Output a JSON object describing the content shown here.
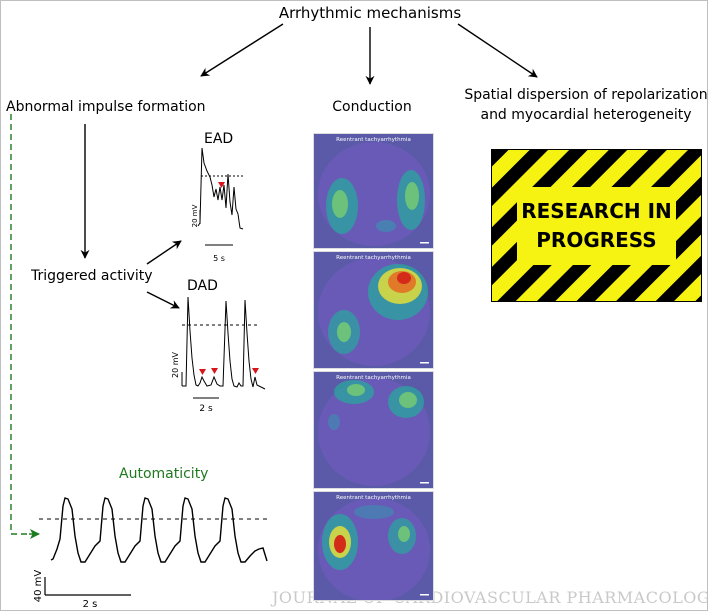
{
  "title": "Arrhythmic  mechanisms",
  "branches": {
    "left": "Abnormal impulse formation",
    "middle": "Conduction",
    "right_line1": "Spatial dispersion of repolarization",
    "right_line2": "and myocardial heterogeneity"
  },
  "triggered_activity": "Triggered activity",
  "ead": {
    "label": "EAD",
    "yscale": "20 mV",
    "xscale": "5 s"
  },
  "dad": {
    "label": "DAD",
    "yscale": "20 mV",
    "xscale": "2 s"
  },
  "automaticity": {
    "label": "Automaticity",
    "yscale": "40 mV",
    "xscale": "2 s"
  },
  "conduction_panels": [
    {
      "caption": "Reentrant tachyarrhythmia"
    },
    {
      "caption": "Reentrant tachyarrhythmia"
    },
    {
      "caption": "Reentrant tachyarrhythmia"
    },
    {
      "caption": "Reentrant tachyarrhythmia"
    }
  ],
  "sign": {
    "line1": "RESEARCH IN",
    "line2": "PROGRESS"
  },
  "watermark": "JOURNAL OF CARDIOVASCULAR PHARMACOLOGY",
  "colors": {
    "automaticity": "#1e7a1e",
    "trigger_marker": "#d9151c",
    "sign_yellow": "#f6f312"
  }
}
